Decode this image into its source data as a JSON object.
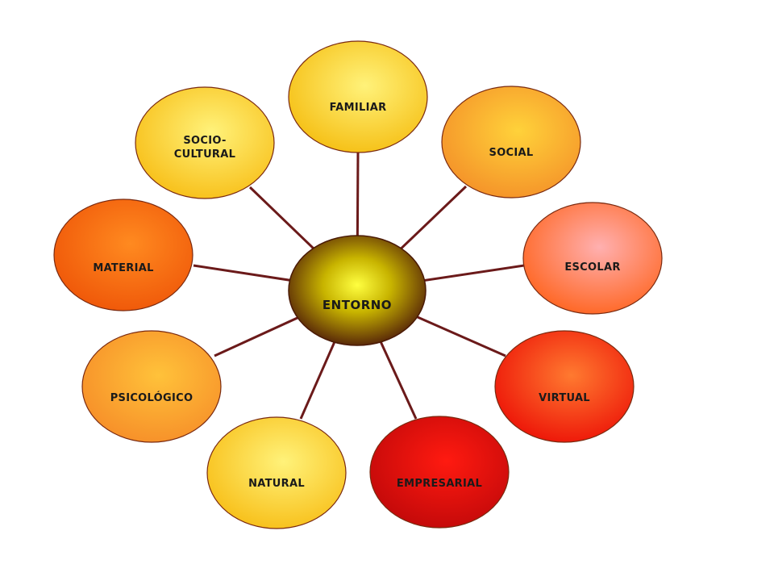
{
  "center": {
    "label": "ENTORNO"
  },
  "nodes": [
    {
      "id": "familiar",
      "lines": [
        "FAMILIAR"
      ],
      "color_inner": "#fff27a",
      "color_outer": "#f6c21a"
    },
    {
      "id": "social",
      "lines": [
        "SOCIAL"
      ],
      "color_inner": "#ffd23a",
      "color_outer": "#f5962a"
    },
    {
      "id": "escolar",
      "lines": [
        "ESCOLAR"
      ],
      "color_inner": "#ffb0b0",
      "color_outer": "#ff6a2a"
    },
    {
      "id": "virtual",
      "lines": [
        "VIRTUAL"
      ],
      "color_inner": "#ff7a30",
      "color_outer": "#ee1a0a"
    },
    {
      "id": "empresarial",
      "lines": [
        "EMPRESARIAL"
      ],
      "color_inner": "#ff1a10",
      "color_outer": "#c60a0a"
    },
    {
      "id": "natural",
      "lines": [
        "NATURAL"
      ],
      "color_inner": "#fff27a",
      "color_outer": "#f8c21e"
    },
    {
      "id": "psicologico",
      "lines": [
        "PSICOLÓGICO"
      ],
      "color_inner": "#ffc23a",
      "color_outer": "#f7922a"
    },
    {
      "id": "material",
      "lines": [
        "MATERIAL"
      ],
      "color_inner": "#ff8a20",
      "color_outer": "#f05a0a"
    },
    {
      "id": "socio-cultural",
      "lines": [
        "SOCIO-",
        "CULTURAL"
      ],
      "color_inner": "#fff27a",
      "color_outer": "#f8c21e"
    }
  ],
  "colors": {
    "connector": "#6b1a1a",
    "center_inner": "#ffff40",
    "center_outer": "#5a2a08"
  }
}
